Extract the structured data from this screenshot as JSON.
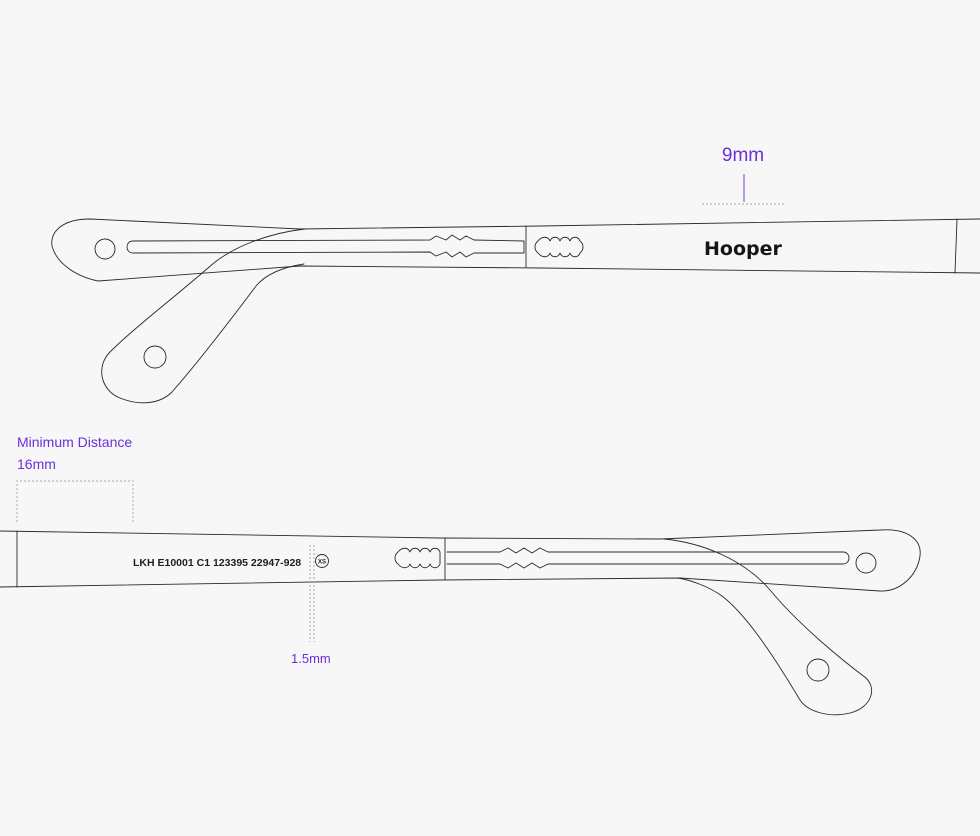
{
  "top_temple": {
    "brand_logo_text": "Hooper",
    "dimension_label": "9mm"
  },
  "bottom_temple": {
    "minimum_distance_label": "Minimum Distance",
    "minimum_distance_value": "16mm",
    "engraving_text": "LKH E10001 C1 123395 22947-928",
    "size_badge": "XS",
    "engraving_height_label": "1.5mm"
  },
  "colors": {
    "dimension_accent": "#6b2fd9",
    "outline": "#2a2a2a",
    "guide_dotted": "#a9a9a9",
    "background": "#f7f7f7"
  }
}
